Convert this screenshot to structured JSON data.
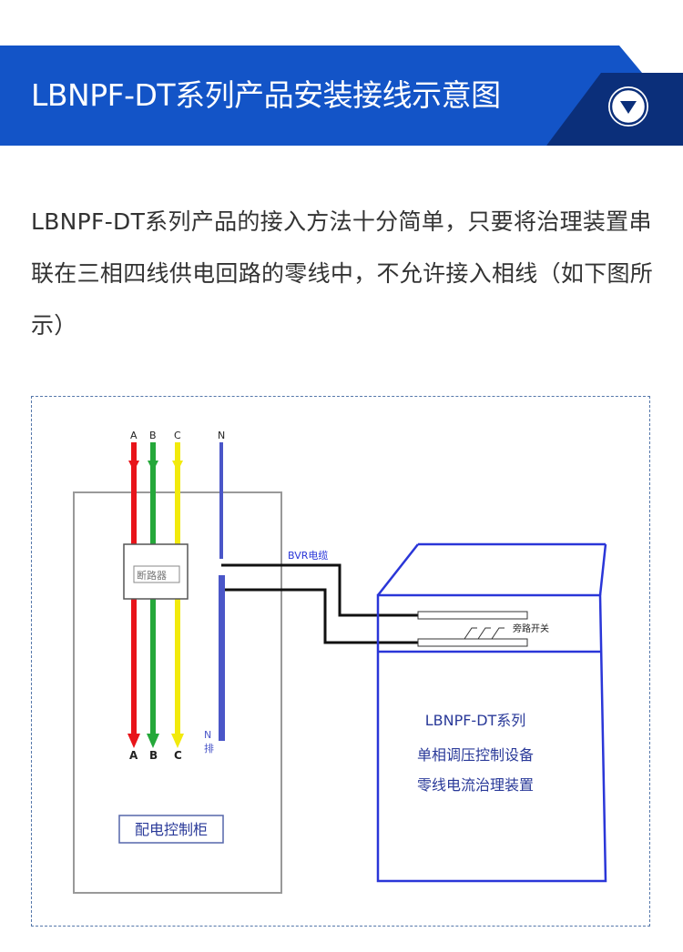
{
  "header": {
    "title": "LBNPF-DT系列产品安装接线示意图",
    "colors": {
      "band": "#1354c7",
      "accent": "#0b2f7a"
    },
    "menu_icon": "chevron-down-circle-icon"
  },
  "intro": {
    "text": "LBNPF-DT系列产品的接入方法十分简单，只要将治理装置串联在三相四线供电回路的零线中，不允许接入相线（如下图所示）"
  },
  "diagram": {
    "phase_labels_top": {
      "a": "A",
      "b": "B",
      "c": "C",
      "n": "N"
    },
    "phase_labels_bottom": {
      "a": "A",
      "b": "B",
      "c": "C"
    },
    "breaker_label": "断路器",
    "n_bar_label_1": "N",
    "n_bar_label_2": "排",
    "cabinet_label": "配电控制柜",
    "cable_label": "BVR电缆",
    "bypass_label": "旁路开关",
    "device_line1": "LBNPF-DT系列",
    "device_line2": "单相调压控制设备",
    "device_line3": "零线电流治理装置",
    "colors": {
      "phase_a": "#e8141a",
      "phase_b": "#25a83a",
      "phase_c": "#f2ea0c",
      "neutral": "#4a56c8",
      "box": "#2a36d8",
      "cable": "#111111"
    }
  }
}
